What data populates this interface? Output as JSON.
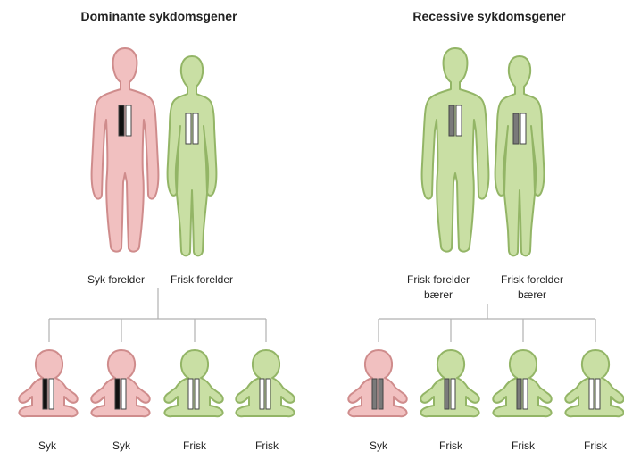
{
  "colors": {
    "sick_fill": "#f1c0c0",
    "sick_stroke": "#cf8c8c",
    "healthy_fill": "#c9dfa4",
    "healthy_stroke": "#93b566",
    "line": "#b0b0b0"
  },
  "dominant": {
    "title": "Dominante sykdomsgener",
    "parents": [
      {
        "label": "Syk forelder",
        "status": "sick",
        "genes": [
          "black",
          "white"
        ]
      },
      {
        "label": "Frisk forelder",
        "status": "healthy",
        "genes": [
          "white",
          "white"
        ]
      }
    ],
    "children": [
      {
        "label": "Syk",
        "status": "sick",
        "genes": [
          "black",
          "white"
        ]
      },
      {
        "label": "Syk",
        "status": "sick",
        "genes": [
          "black",
          "white"
        ]
      },
      {
        "label": "Frisk",
        "status": "healthy",
        "genes": [
          "white",
          "white"
        ]
      },
      {
        "label": "Frisk",
        "status": "healthy",
        "genes": [
          "white",
          "white"
        ]
      }
    ]
  },
  "recessive": {
    "title": "Recessive sykdomsgener",
    "parents": [
      {
        "label": "Frisk forelder",
        "label2": "bærer",
        "status": "healthy",
        "genes": [
          "gray",
          "white"
        ]
      },
      {
        "label": "Frisk forelder",
        "label2": "bærer",
        "status": "healthy",
        "genes": [
          "gray",
          "white"
        ]
      }
    ],
    "children": [
      {
        "label": "Syk",
        "status": "sick",
        "genes": [
          "gray",
          "gray"
        ]
      },
      {
        "label": "Frisk",
        "status": "healthy",
        "genes": [
          "gray",
          "white"
        ]
      },
      {
        "label": "Frisk",
        "status": "healthy",
        "genes": [
          "gray",
          "white"
        ]
      },
      {
        "label": "Frisk",
        "status": "healthy",
        "genes": [
          "white",
          "white"
        ]
      }
    ]
  }
}
